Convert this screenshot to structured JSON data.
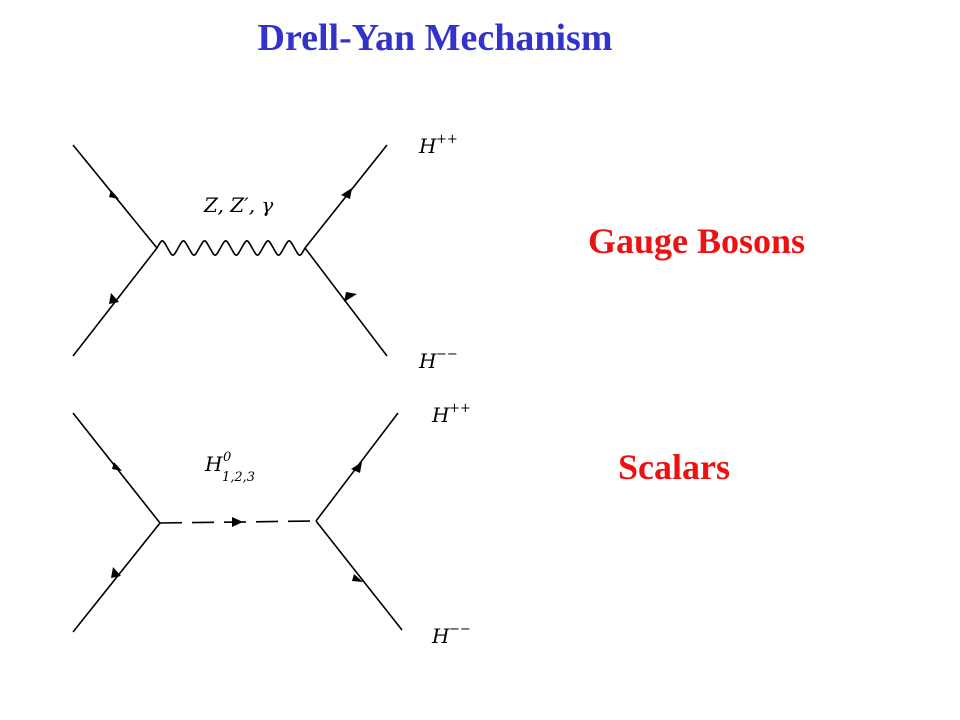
{
  "title": "Drell-Yan Mechanism",
  "labels": {
    "gauge": "Gauge Bosons",
    "scalars": "Scalars"
  },
  "diagram_top": {
    "propagator_label": "Z, Z′, γ",
    "out_top": {
      "base": "H",
      "sup": "++"
    },
    "out_bottom": {
      "base": "H",
      "sup": "−−"
    }
  },
  "diagram_bottom": {
    "propagator_base": "H",
    "propagator_sup": "0",
    "propagator_sub": "1,2,3",
    "out_top": {
      "base": "H",
      "sup": "++"
    },
    "out_bottom": {
      "base": "H",
      "sup": "−−"
    }
  },
  "colors": {
    "title": "#3333cc",
    "labels": "#ee1111",
    "lines": "#000000"
  }
}
